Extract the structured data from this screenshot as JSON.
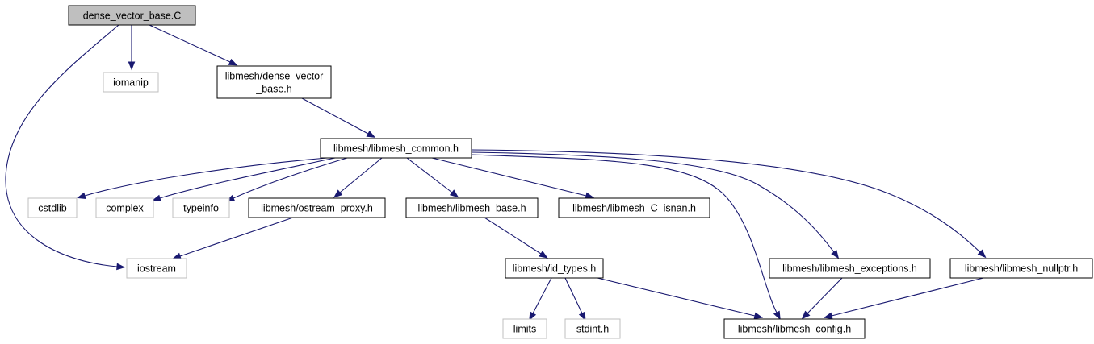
{
  "colors": {
    "edge": "#191970",
    "focus_fill": "#bfbfbf",
    "local_border": "#000000",
    "external_border": "#bfbfbf"
  },
  "nodes": [
    {
      "id": "n0",
      "kind": "focus",
      "lines": [
        "dense_vector_base.C"
      ]
    },
    {
      "id": "n1",
      "kind": "external",
      "lines": [
        "iomanip"
      ]
    },
    {
      "id": "n2",
      "kind": "local",
      "lines": [
        "libmesh/dense_vector",
        "_base.h"
      ]
    },
    {
      "id": "n3",
      "kind": "local",
      "lines": [
        "libmesh/libmesh_common.h"
      ]
    },
    {
      "id": "n4",
      "kind": "external",
      "lines": [
        "cstdlib"
      ]
    },
    {
      "id": "n5",
      "kind": "external",
      "lines": [
        "complex"
      ]
    },
    {
      "id": "n6",
      "kind": "external",
      "lines": [
        "typeinfo"
      ]
    },
    {
      "id": "n7",
      "kind": "local",
      "lines": [
        "libmesh/ostream_proxy.h"
      ]
    },
    {
      "id": "n8",
      "kind": "local",
      "lines": [
        "libmesh/libmesh_base.h"
      ]
    },
    {
      "id": "n9",
      "kind": "local",
      "lines": [
        "libmesh/libmesh_C_isnan.h"
      ]
    },
    {
      "id": "n10",
      "kind": "external",
      "lines": [
        "iostream"
      ]
    },
    {
      "id": "n11",
      "kind": "local",
      "lines": [
        "libmesh/id_types.h"
      ]
    },
    {
      "id": "n12",
      "kind": "local",
      "lines": [
        "libmesh/libmesh_exceptions.h"
      ]
    },
    {
      "id": "n13",
      "kind": "local",
      "lines": [
        "libmesh/libmesh_nullptr.h"
      ]
    },
    {
      "id": "n14",
      "kind": "external",
      "lines": [
        "limits"
      ]
    },
    {
      "id": "n15",
      "kind": "external",
      "lines": [
        "stdint.h"
      ]
    },
    {
      "id": "n16",
      "kind": "local",
      "lines": [
        "libmesh/libmesh_config.h"
      ]
    }
  ],
  "edges": [
    {
      "from": "n0",
      "to": "n1"
    },
    {
      "from": "n0",
      "to": "n2"
    },
    {
      "from": "n0",
      "to": "n10"
    },
    {
      "from": "n2",
      "to": "n3"
    },
    {
      "from": "n3",
      "to": "n4"
    },
    {
      "from": "n3",
      "to": "n5"
    },
    {
      "from": "n3",
      "to": "n6"
    },
    {
      "from": "n3",
      "to": "n7"
    },
    {
      "from": "n3",
      "to": "n8"
    },
    {
      "from": "n3",
      "to": "n9"
    },
    {
      "from": "n3",
      "to": "n16"
    },
    {
      "from": "n3",
      "to": "n12"
    },
    {
      "from": "n3",
      "to": "n13"
    },
    {
      "from": "n7",
      "to": "n10"
    },
    {
      "from": "n8",
      "to": "n11"
    },
    {
      "from": "n11",
      "to": "n14"
    },
    {
      "from": "n11",
      "to": "n15"
    },
    {
      "from": "n11",
      "to": "n16"
    },
    {
      "from": "n12",
      "to": "n16"
    },
    {
      "from": "n13",
      "to": "n16"
    }
  ]
}
